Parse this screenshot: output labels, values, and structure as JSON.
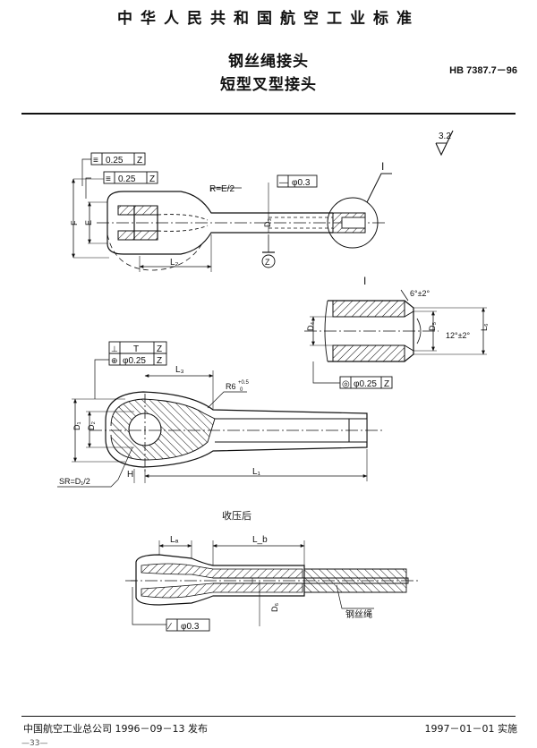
{
  "header": {
    "standard_category": "中华人民共和国航空工业标准",
    "title_line1": "钢丝绳接头",
    "title_line2": "短型叉型接头",
    "standard_number": "HB 7387.7－96"
  },
  "drawing": {
    "surface_roughness": "3.2",
    "view1": {
      "tol_frame1_symbol": "≡",
      "tol_frame1_value": "0.25",
      "tol_frame1_datum": "Z",
      "tol_frame2_symbol": "≡",
      "tol_frame2_value": "0.25",
      "tol_frame2_datum": "Z",
      "radius_note": "R=E/2",
      "tol_frame3_symbol": "—",
      "tol_frame3_value": "φ0.3",
      "label_F": "F",
      "label_E": "E",
      "label_D3": "D₃",
      "label_L2": "L₂",
      "datum_label": "Z",
      "detail_callout": "I"
    },
    "detail_I": {
      "title": "I",
      "angle_note": "6°±2°",
      "cone_note": "12°±2°",
      "label_D4": "D₄",
      "label_D5": "D₅",
      "label_L6": "L₆",
      "tol_symbol": "◎",
      "tol_value": "φ0.25",
      "tol_datum": "Z"
    },
    "view2": {
      "tol_frame_row1_symbol": "⊥",
      "tol_frame_row1_value": "T",
      "tol_frame_row1_datum": "Z",
      "tol_frame_row2_symbol": "⊕",
      "tol_frame_row2_value": "φ0.25",
      "tol_frame_row2_datum": "Z",
      "label_L3": "L₃",
      "radius_note": "R6",
      "radius_tol_upper": "+0.5",
      "radius_tol_lower": "0",
      "label_D1": "D₁",
      "label_D2": "D₂",
      "sphere_note": "SR=D₁/2",
      "label_H": "H",
      "label_L1": "L₁"
    },
    "view3": {
      "title": "收压后",
      "label_La": "Lₐ",
      "label_Lb": "L_b",
      "label_D6": "D₆",
      "tol_symbol": "∕",
      "tol_value": "φ0.3",
      "wire_rope_label": "钢丝绳"
    }
  },
  "footer": {
    "issue_text": "中国航空工业总公司 1996－09－13 发布",
    "implement_text": "1997－01－01 实施",
    "page_number": "—33—"
  }
}
